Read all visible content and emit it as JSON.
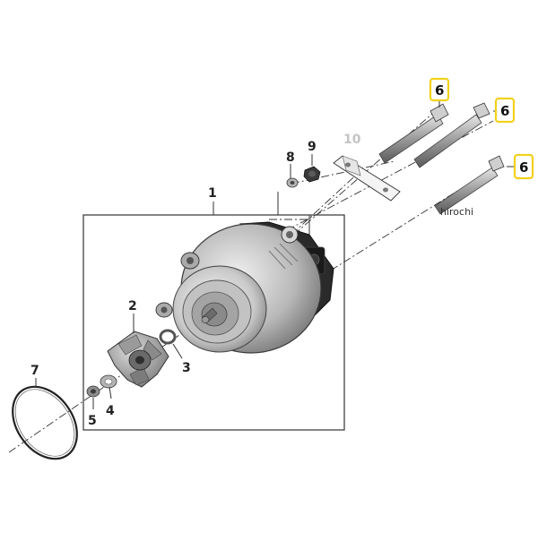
{
  "diagram": {
    "callouts": [
      {
        "key": "p1",
        "label": "1"
      },
      {
        "key": "p2",
        "label": "2"
      },
      {
        "key": "p3",
        "label": "3"
      },
      {
        "key": "p4",
        "label": "4"
      },
      {
        "key": "p5",
        "label": "5"
      },
      {
        "key": "p6a",
        "label": "6"
      },
      {
        "key": "p6b",
        "label": "6"
      },
      {
        "key": "p6c",
        "label": "6"
      },
      {
        "key": "p7",
        "label": "7"
      },
      {
        "key": "p8",
        "label": "8"
      },
      {
        "key": "p9",
        "label": "9"
      },
      {
        "key": "p10",
        "label": "10"
      }
    ],
    "highlight_color": "#f2d11c",
    "watermark": "hirochi"
  }
}
